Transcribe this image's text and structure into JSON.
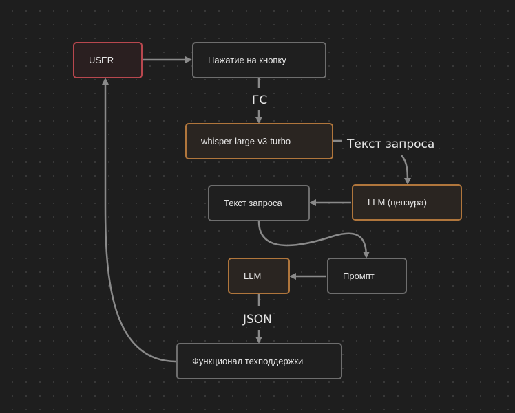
{
  "nodes": {
    "user": "USER",
    "button": "Нажатие на кнопку",
    "whisper": "whisper-large-v3-turbo",
    "censor": "LLM (цензура)",
    "request_text": "Текст запроса",
    "prompt": "Промпт",
    "llm": "LLM",
    "support": "Функционал техподдержки"
  },
  "edge_labels": {
    "voice": "ГС",
    "request_text": "Текст запроса",
    "json": "JSON"
  },
  "colors": {
    "background": "#1e1e1e",
    "node_border": "#6e6e6e",
    "user_border": "#b8474e",
    "model_border": "#b0763c",
    "edge": "#8a8a8a"
  }
}
